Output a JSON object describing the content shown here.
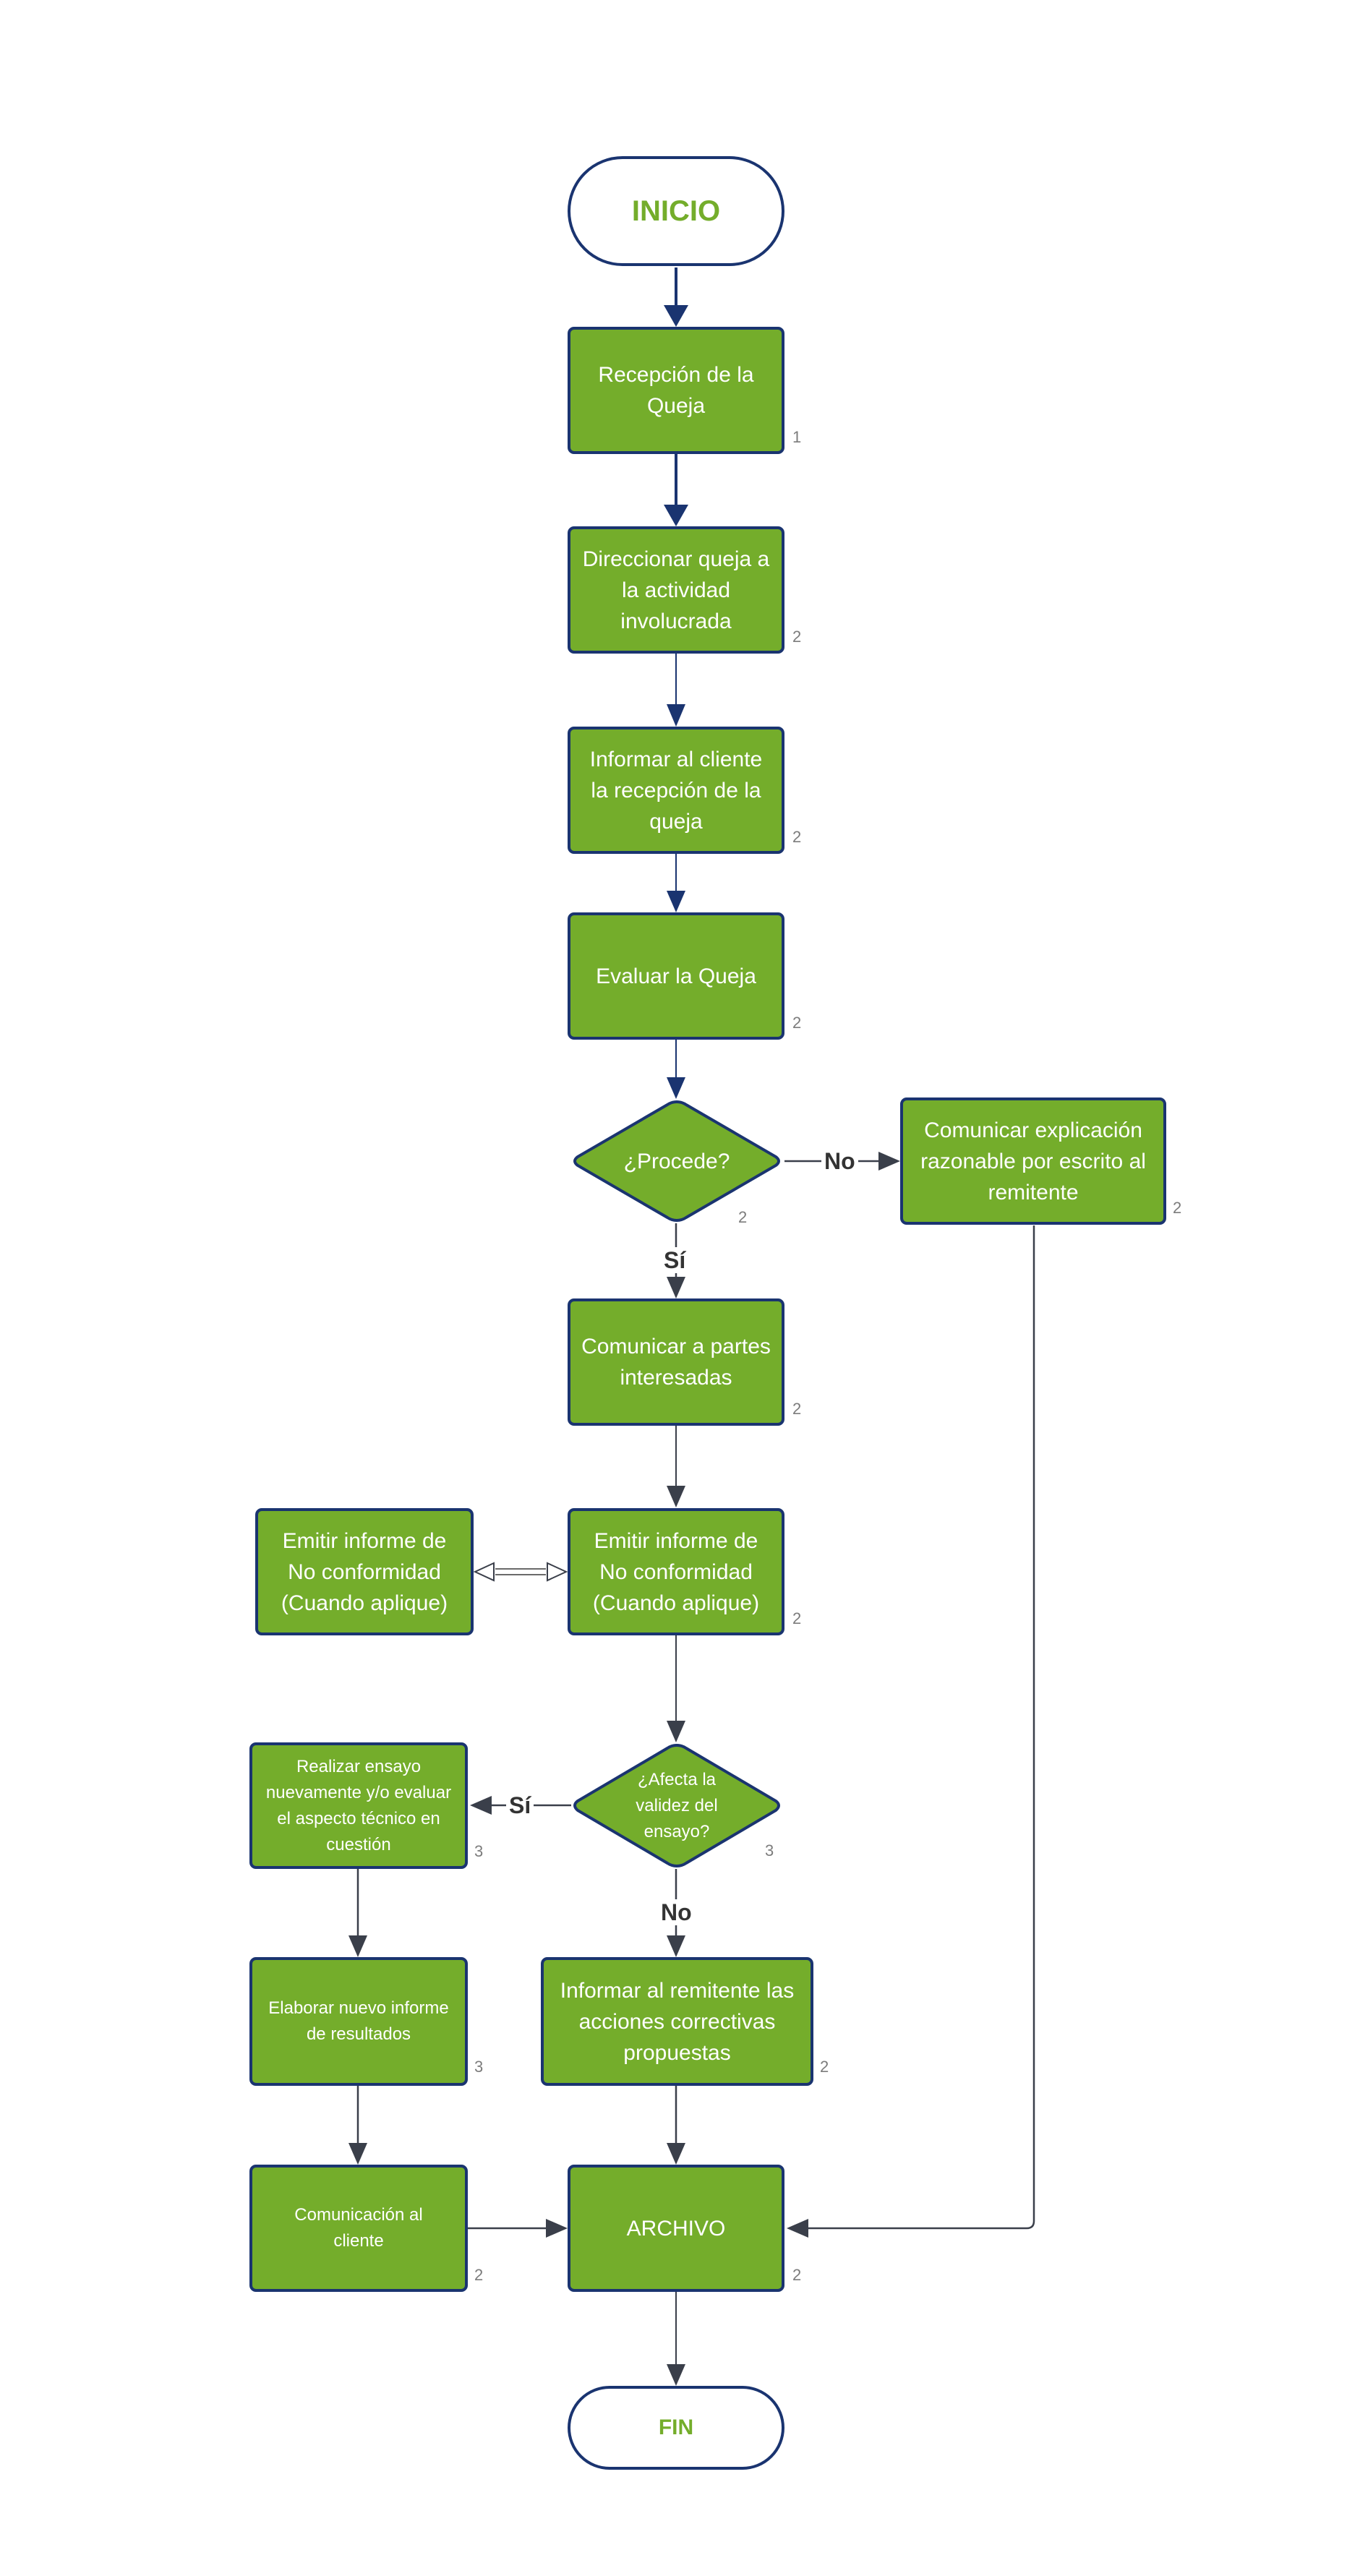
{
  "colors": {
    "box_fill": "#74ad2b",
    "box_border": "#1a3470",
    "terminal_text": "#74ad2b",
    "arrow_main": "#1a3470",
    "arrow_secondary": "#3a3f4a",
    "index_text": "#7c7c7c"
  },
  "nodes": {
    "inicio": "INICIO",
    "recepcion": "Recepción de la Queja",
    "direccionar": "Direccionar queja a la actividad involucrada",
    "informar_cliente": "Informar al cliente la recepción de la queja",
    "evaluar": "Evaluar la Queja",
    "procede": "¿Procede?",
    "comunicar_explicacion": "Comunicar explicación razonable por escrito al remitente",
    "comunicar_partes": "Comunicar a partes interesadas",
    "emitir_informe_left": "Emitir informe de No conformidad (Cuando aplique)",
    "emitir_informe": "Emitir informe de No conformidad (Cuando aplique)",
    "afecta": "¿Afecta la validez del ensayo?",
    "realizar_ensayo": "Realizar ensayo nuevamente y/o evaluar el aspecto técnico en cuestión",
    "informar_remitente": "Informar al remitente las acciones correctivas propuestas",
    "elaborar_informe": "Elaborar nuevo informe de resultados",
    "comunicacion_cliente": "Comunicación al cliente",
    "archivo": "ARCHIVO",
    "fin": "FIN"
  },
  "indices": {
    "recepcion": "1",
    "direccionar": "2",
    "informar_cliente": "2",
    "evaluar": "2",
    "procede": "2",
    "comunicar_explicacion": "2",
    "comunicar_partes": "2",
    "emitir_informe": "2",
    "afecta": "3",
    "realizar_ensayo": "3",
    "informar_remitente": "2",
    "elaborar_informe": "3",
    "comunicacion_cliente": "2",
    "archivo": "2"
  },
  "edge_labels": {
    "procede_no": "No",
    "procede_si": "Sí",
    "afecta_si": "Sí",
    "afecta_no": "No"
  }
}
